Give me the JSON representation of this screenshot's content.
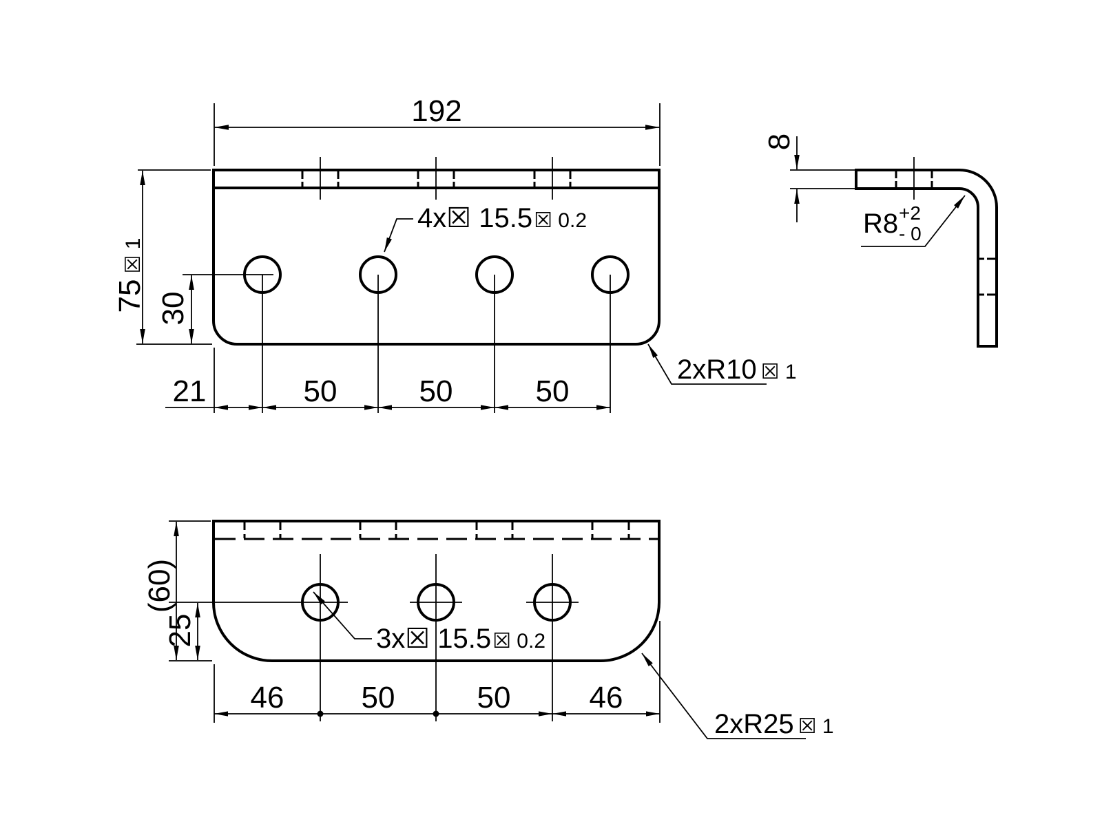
{
  "drawing": {
    "colors": {
      "line": "#000000",
      "background": "#ffffff"
    },
    "top_view": {
      "width_dim": "192",
      "height_dim_main": "75",
      "height_dim_tol": "☒ 1",
      "hole_offset_dim": "30",
      "edge_dist_dim": "21",
      "pitch_dims": [
        "50",
        "50",
        "50"
      ],
      "hole_callout_main": "4x☒ 15.5",
      "hole_callout_tol": "☒ 0.2",
      "corner_callout_main": "2xR10",
      "corner_callout_tol": "☒ 1"
    },
    "side_view": {
      "thickness_dim": "8",
      "bend_radius_main": "R8",
      "bend_radius_tol_plus": "+2",
      "bend_radius_tol_minus": "- 0"
    },
    "bottom_view": {
      "height_dim": "(60)",
      "hole_offset_dim": "25",
      "span_dims": [
        "46",
        "50",
        "50",
        "46"
      ],
      "hole_callout_main": "3x☒ 15.5",
      "hole_callout_tol": "☒ 0.2",
      "corner_callout_main": "2xR25",
      "corner_callout_tol": "☒ 1"
    }
  }
}
